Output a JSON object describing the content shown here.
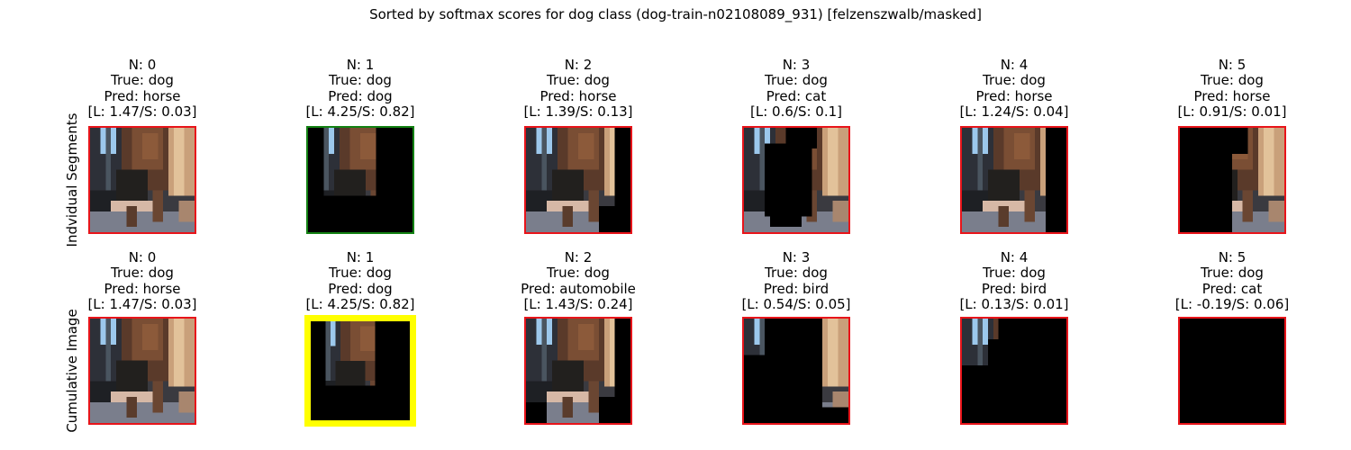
{
  "figure": {
    "title": "Sorted by softmax scores for dog class (dog-train-n02108089_931) [felzenszwalb/masked]"
  },
  "rows": [
    {
      "label": "Indvidual Segments",
      "cells": [
        {
          "n": "N: 0",
          "true": "True: dog",
          "pred": "Pred: horse",
          "scores": "[L: 1.47/S: 0.03]",
          "frame": "red",
          "mask": "full"
        },
        {
          "n": "N: 1",
          "true": "True: dog",
          "pred": "Pred: dog",
          "scores": "[L: 4.25/S: 0.82]",
          "frame": "green",
          "mask": "seg1"
        },
        {
          "n": "N: 2",
          "true": "True: dog",
          "pred": "Pred: horse",
          "scores": "[L: 1.39/S: 0.13]",
          "frame": "red",
          "mask": "seg2"
        },
        {
          "n": "N: 3",
          "true": "True: dog",
          "pred": "Pred: cat",
          "scores": "[L: 0.6/S: 0.1]",
          "frame": "red",
          "mask": "seg3"
        },
        {
          "n": "N: 4",
          "true": "True: dog",
          "pred": "Pred: horse",
          "scores": "[L: 1.24/S: 0.04]",
          "frame": "red",
          "mask": "seg4"
        },
        {
          "n": "N: 5",
          "true": "True: dog",
          "pred": "Pred: horse",
          "scores": "[L: 0.91/S: 0.01]",
          "frame": "red",
          "mask": "seg5"
        }
      ]
    },
    {
      "label": "Cumulative Image",
      "cells": [
        {
          "n": "N: 0",
          "true": "True: dog",
          "pred": "Pred: horse",
          "scores": "[L: 1.47/S: 0.03]",
          "frame": "red",
          "mask": "full"
        },
        {
          "n": "N: 1",
          "true": "True: dog",
          "pred": "Pred: dog",
          "scores": "[L: 4.25/S: 0.82]",
          "frame": "yellow",
          "mask": "cum1"
        },
        {
          "n": "N: 2",
          "true": "True: dog",
          "pred": "Pred: automobile",
          "scores": "[L: 1.43/S: 0.24]",
          "frame": "red",
          "mask": "cum2"
        },
        {
          "n": "N: 3",
          "true": "True: dog",
          "pred": "Pred: bird",
          "scores": "[L: 0.54/S: 0.05]",
          "frame": "red",
          "mask": "cum3"
        },
        {
          "n": "N: 4",
          "true": "True: dog",
          "pred": "Pred: bird",
          "scores": "[L: 0.13/S: 0.01]",
          "frame": "red",
          "mask": "cum4"
        },
        {
          "n": "N: 5",
          "true": "True: dog",
          "pred": "Pred: cat",
          "scores": "[L: -0.19/S: 0.06]",
          "frame": "red",
          "mask": "cum5"
        }
      ]
    }
  ],
  "colors": {
    "red": "#e8141a",
    "green": "#138213",
    "yellow": "#ffff00",
    "mask": "#000000"
  }
}
